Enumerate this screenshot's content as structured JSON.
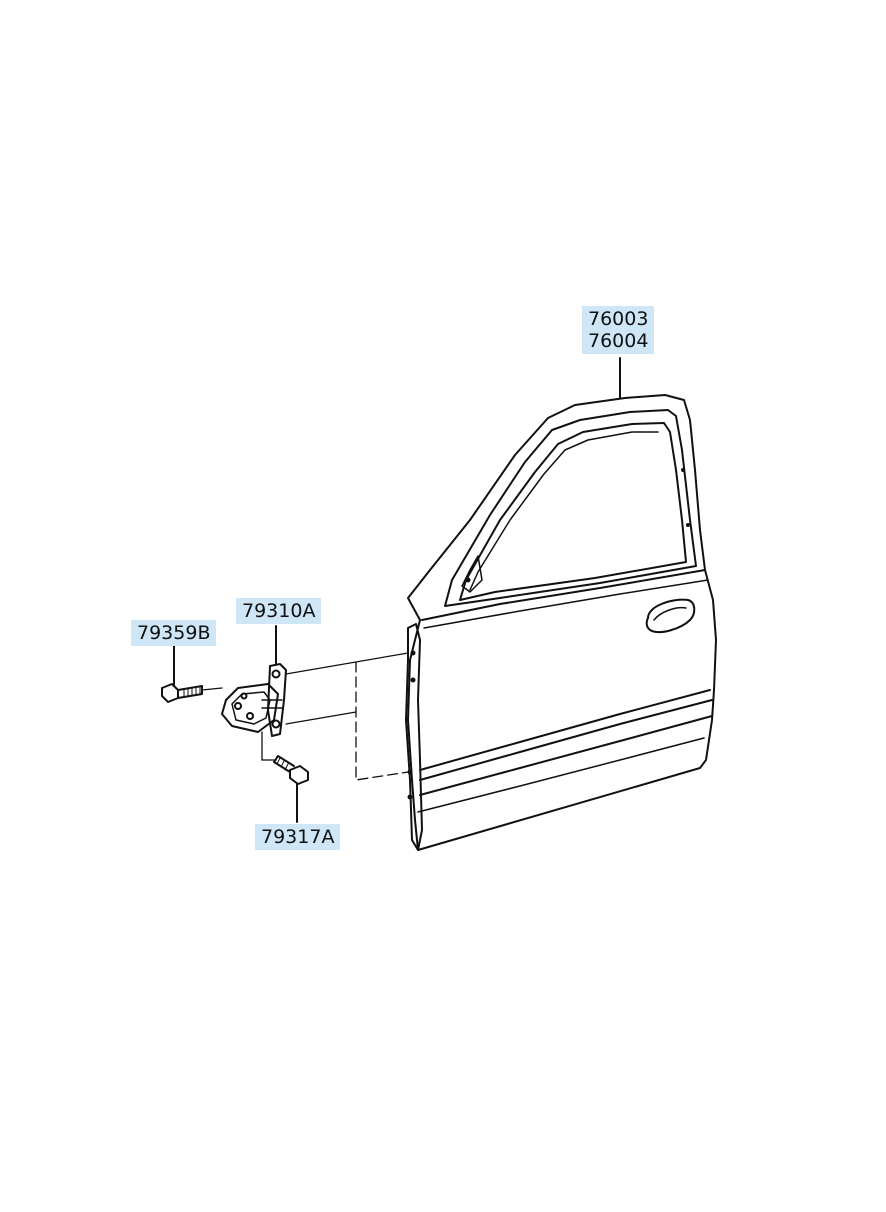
{
  "labels": {
    "door_panel": [
      "76003",
      "76004"
    ],
    "hinge": "79310A",
    "bolt_upper": "79359B",
    "bolt_lower": "79317A"
  },
  "colors": {
    "label_bg": "#cfe6f7",
    "line": "#111111"
  }
}
